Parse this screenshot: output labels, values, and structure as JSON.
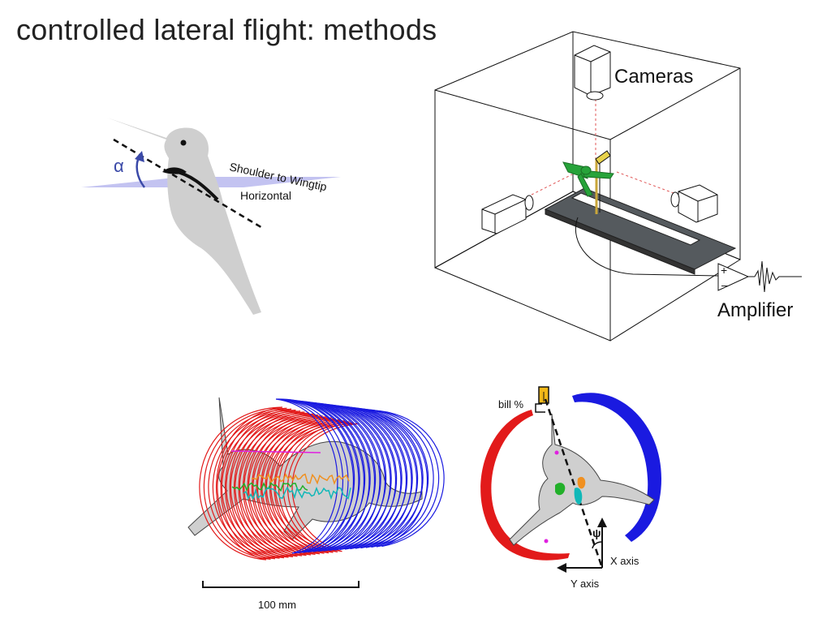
{
  "slide": {
    "title": "controlled lateral flight: methods"
  },
  "bird_angle_panel": {
    "alpha_symbol": "α",
    "shoulder_label": "Shoulder to Wingtip",
    "horizontal_label": "Horizontal",
    "colors": {
      "bird": "#cfcfcf",
      "plane": "#b9b9ee",
      "arrow": "#3a49a8"
    }
  },
  "apparatus_panel": {
    "cameras_label": "Cameras",
    "amplifier_label": "Amplifier",
    "amp_plus": "+",
    "amp_minus": "–",
    "colors": {
      "laser_line": "#e05555",
      "bird": "#27a33a",
      "feeder": "#e8d24a",
      "plate": "#555a5e"
    }
  },
  "trajectory_panel": {
    "scale_label": "100 mm",
    "colors": {
      "left_wing": "#e21a1a",
      "right_wing": "#1a1ae0",
      "track_green": "#22b02a",
      "track_orange": "#f09020",
      "track_cyan": "#10b8b8",
      "track_magenta": "#e020e0"
    }
  },
  "top_view_panel": {
    "bill_label": "bill %",
    "psi_symbol": "ψ",
    "x_axis_label": "X axis",
    "y_axis_label": "Y axis"
  }
}
